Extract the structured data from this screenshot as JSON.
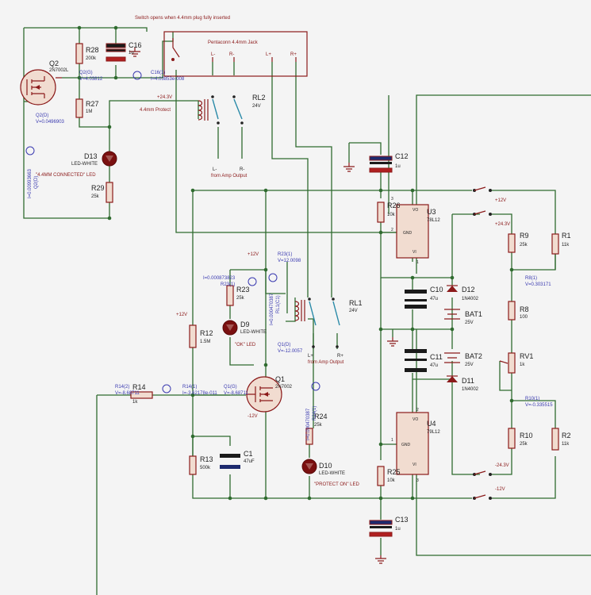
{
  "title_note": "Switch opens when 4.4mm plug fully inserted",
  "jack": {
    "name": "Pentaconn 4.4mm Jack",
    "pins": [
      "L-",
      "R-",
      "L+",
      "R+"
    ]
  },
  "notes": {
    "four_four_protect": "4.4mm Protect",
    "from_amp_top": "from Amp Output",
    "from_amp_mid": "from Amp Output",
    "ok_led": "\"OK\" LED",
    "protect_on_led": "\"PROTECT ON\" LED",
    "connected_led": "\"4.4MM CONNECTED\" LED"
  },
  "rails": {
    "p24a": "+24.3V",
    "p12a": "+12V",
    "p12b": "+12V",
    "p12c": "+12V",
    "p24b": "+24.3V",
    "m12a": "-12V",
    "m24": "-24.3V",
    "m12b": "-12V"
  },
  "components": {
    "R28": {
      "ref": "R28",
      "val": "200k"
    },
    "C16": {
      "ref": "C16",
      "val": "1u"
    },
    "Q2": {
      "ref": "Q2",
      "val": "2N7002L"
    },
    "R27": {
      "ref": "R27",
      "val": "1M"
    },
    "RL2": {
      "ref": "RL2",
      "val": "24V"
    },
    "D13": {
      "ref": "D13",
      "val": "LED-WHITE"
    },
    "R29": {
      "ref": "R29",
      "val": "25k"
    },
    "C12": {
      "ref": "C12",
      "val": "1u"
    },
    "R26": {
      "ref": "R26",
      "val": "10k"
    },
    "U3": {
      "ref": "U3",
      "val": "78L12"
    },
    "R9": {
      "ref": "R9",
      "val": "25k"
    },
    "R1": {
      "ref": "R1",
      "val": "11k"
    },
    "R23": {
      "ref": "R23",
      "val": "25k"
    },
    "D9": {
      "ref": "D9",
      "val": "LED-WHITE"
    },
    "RL1": {
      "ref": "RL1",
      "val": "24V"
    },
    "C10": {
      "ref": "C10",
      "val": "47u"
    },
    "D12": {
      "ref": "D12",
      "val": "1N4002"
    },
    "BAT1": {
      "ref": "BAT1",
      "val": "25V"
    },
    "R8": {
      "ref": "R8",
      "val": "100"
    },
    "R12": {
      "ref": "R12",
      "val": "1.5M"
    },
    "C11": {
      "ref": "C11",
      "val": "47u"
    },
    "BAT2": {
      "ref": "BAT2",
      "val": "25V"
    },
    "RV1": {
      "ref": "RV1",
      "val": "1k"
    },
    "R14": {
      "ref": "R14",
      "val": "1k"
    },
    "Q1": {
      "ref": "Q1",
      "val": "2N7002"
    },
    "D11": {
      "ref": "D11",
      "val": "1N4002"
    },
    "R24": {
      "ref": "R24",
      "val": "25k"
    },
    "U4": {
      "ref": "U4",
      "val": "79L12"
    },
    "R13": {
      "ref": "R13",
      "val": "500k"
    },
    "C1": {
      "ref": "C1",
      "val": "47uF"
    },
    "R10": {
      "ref": "R10",
      "val": "25k"
    },
    "R2": {
      "ref": "R2",
      "val": "11k"
    },
    "D10": {
      "ref": "D10",
      "val": "LED-WHITE"
    },
    "R25": {
      "ref": "R25",
      "val": "10k"
    },
    "C13": {
      "ref": "C13",
      "val": "1u"
    }
  },
  "regpins": {
    "vo": "VO",
    "vi": "VI",
    "gnd": "GND",
    "p1": "1",
    "p2": "2",
    "p3": "3"
  },
  "probes": {
    "q2g_name": "Q2(G)",
    "q2g_val": "V=4.03812",
    "c16_name": "C16(1)",
    "c16_val": "I=4.03853e-008",
    "q2d_name": "Q2(D)",
    "q2d_val": "V=0.0496903",
    "q2d_i_name": "Q2(D)",
    "q2d_i_val": "I=0.00993663",
    "r23a_name": "R23(1)",
    "r23a_val": "V=12.0098",
    "r23i_val": "I=0.000873823",
    "r23i_name": "R23(1)",
    "rl1_name": "RL1(C1)",
    "rl1_val": "I=0.000470387",
    "q1d_name": "Q1(D)",
    "q1d_val": "V=-12.0057",
    "r8_name": "R8(1)",
    "r8_val": "V=0.303171",
    "r14a_name": "R14(2)",
    "r14a_val": "V=-8.68711",
    "r14b_name": "R14(1)",
    "r14b_val": "I=-3.62178e-011",
    "q1g_name": "Q1(G)",
    "q1g_val": "V=-8.68711",
    "r24_name": "R24(1)",
    "r24_val": "I=0.000470387",
    "r10_name": "R10(1)",
    "r10_val": "V=-0.335515"
  },
  "colors": {
    "wire": "#2f6b2f",
    "component": "#8b1a1a",
    "switch": "#2a8aa8",
    "probe": "#3a3ab0"
  }
}
